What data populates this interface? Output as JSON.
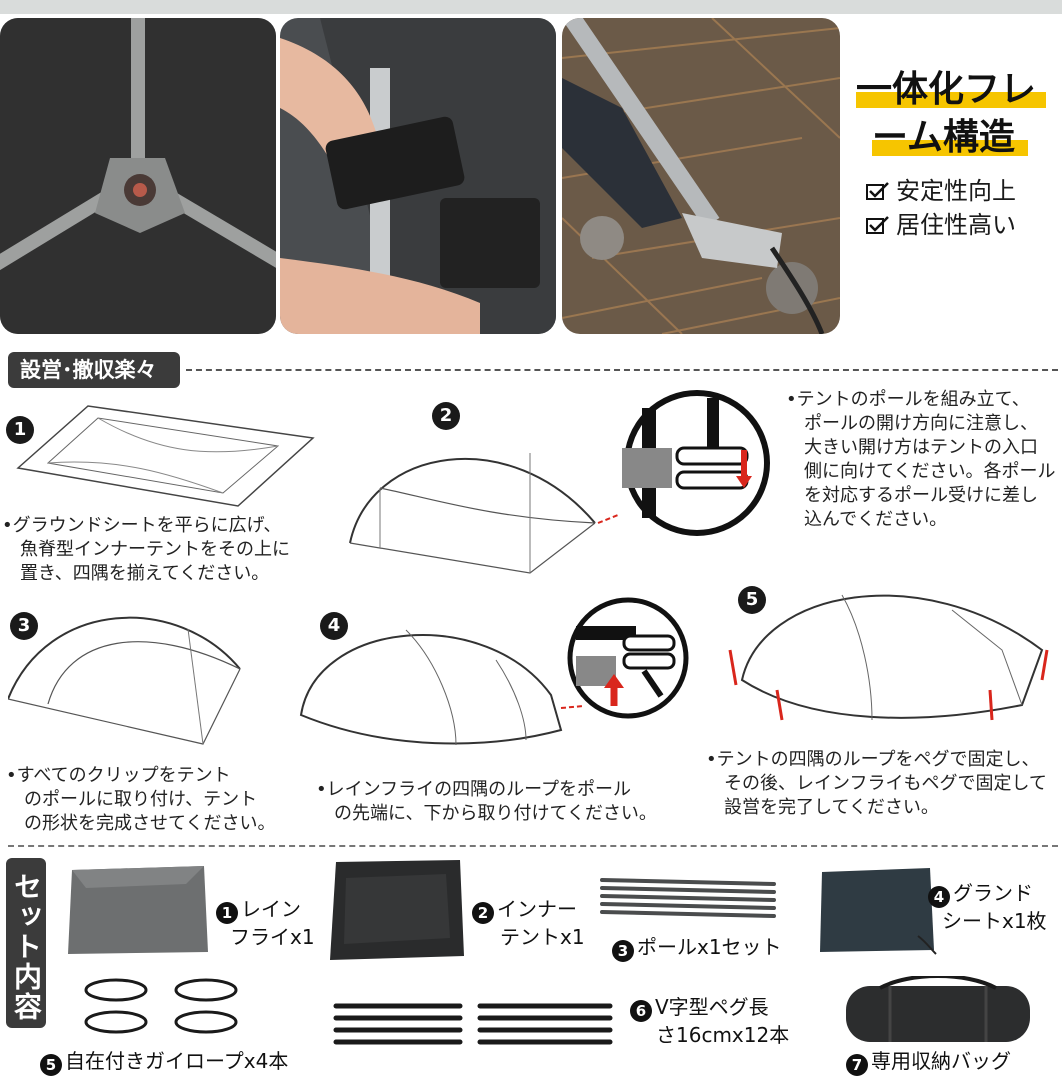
{
  "feature": {
    "title_line1": "一体化フレ",
    "title_line2": "ーム構造",
    "bullets": [
      "安定性向上",
      "居住性高い"
    ]
  },
  "setup": {
    "section_label": "設営･撤収楽々",
    "steps": [
      {
        "num": "1",
        "lines": [
          "•グラウンドシートを平らに広げ、",
          "　魚脊型インナーテントをその上に",
          "　置き、四隅を揃えてください。"
        ]
      },
      {
        "num": "2",
        "lines": [
          "•テントのポールを組み立て、",
          "　ポールの開け方向に注意し、",
          "　大きい開け方はテントの入口",
          "　側に向けてください。各ポール",
          "　を対応するポール受けに差し",
          "　込んでください。"
        ]
      },
      {
        "num": "3",
        "lines": [
          "•すべてのクリップをテント",
          "　のポールに取り付け、テント",
          "　の形状を完成させてください。"
        ]
      },
      {
        "num": "4",
        "lines": [
          "•レインフライの四隅のループをポール",
          "　の先端に、下から取り付けてください。"
        ]
      },
      {
        "num": "5",
        "lines": [
          "•テントの四隅のループをペグで固定し、",
          "　その後、レインフライもペグで固定して",
          "　設営を完了してください。"
        ]
      }
    ]
  },
  "contents": {
    "section_label": "セット内容",
    "items": [
      {
        "num": "1",
        "line1": "レイン",
        "line2": "フライx1"
      },
      {
        "num": "2",
        "line1": "インナー",
        "line2": "テントx1"
      },
      {
        "num": "3",
        "line1": "ポールx1セット",
        "line2": ""
      },
      {
        "num": "4",
        "line1": "グランド",
        "line2": "シートx1枚"
      },
      {
        "num": "5",
        "line1": "自在付きガイロープx4本",
        "line2": ""
      },
      {
        "num": "6",
        "line1": "V字型ペグ長",
        "line2": "さ16cmx12本"
      },
      {
        "num": "7",
        "line1": "専用収納バッグ",
        "line2": ""
      }
    ]
  },
  "colors": {
    "highlight": "#f6c500",
    "label_bg": "#3b3b3b",
    "arrow_red": "#d9261c"
  }
}
